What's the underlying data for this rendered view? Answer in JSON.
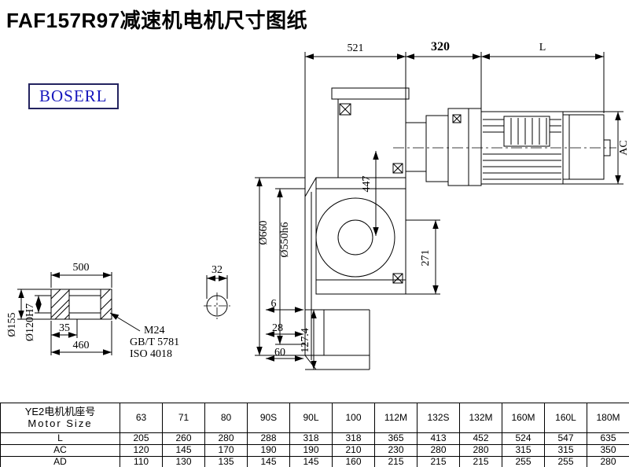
{
  "page": {
    "title": "FAF157R97减速机电机尺寸图纸",
    "brand": "BOSERL"
  },
  "drawing": {
    "dims": {
      "top_width": "521",
      "adapter_width": "320",
      "motor_length": "L",
      "motor_diameter": "AC",
      "center_height": "447",
      "flange_outer": "Ø660",
      "flange_spigot": "Ø550h6",
      "center_to_base": "271",
      "shaft_length": "500",
      "key_width": "32",
      "shaft_step": "35",
      "shaft_usable": "460",
      "thread": "M24",
      "thread_std1": "GB/T 5781",
      "thread_std2": "ISO 4018",
      "shaft_od": "Ø155",
      "shaft_bore": "Ø120H7",
      "foot_a": "6",
      "foot_b": "28",
      "foot_c": "60",
      "foot_height": "127.4"
    }
  },
  "table": {
    "header_cn": "YE2电机机座号",
    "header_en": "Motor Size",
    "frame_sizes": [
      "63",
      "71",
      "80",
      "90S",
      "90L",
      "100",
      "112M",
      "132S",
      "132M",
      "160M",
      "160L",
      "180M"
    ],
    "rows": [
      {
        "label": "L",
        "values": [
          "205",
          "260",
          "280",
          "288",
          "318",
          "318",
          "365",
          "413",
          "452",
          "524",
          "547",
          "635"
        ]
      },
      {
        "label": "AC",
        "values": [
          "120",
          "145",
          "170",
          "190",
          "190",
          "210",
          "230",
          "280",
          "280",
          "315",
          "315",
          "350"
        ]
      },
      {
        "label": "AD",
        "values": [
          "110",
          "130",
          "135",
          "145",
          "145",
          "160",
          "215",
          "215",
          "215",
          "255",
          "255",
          "280"
        ]
      }
    ]
  }
}
